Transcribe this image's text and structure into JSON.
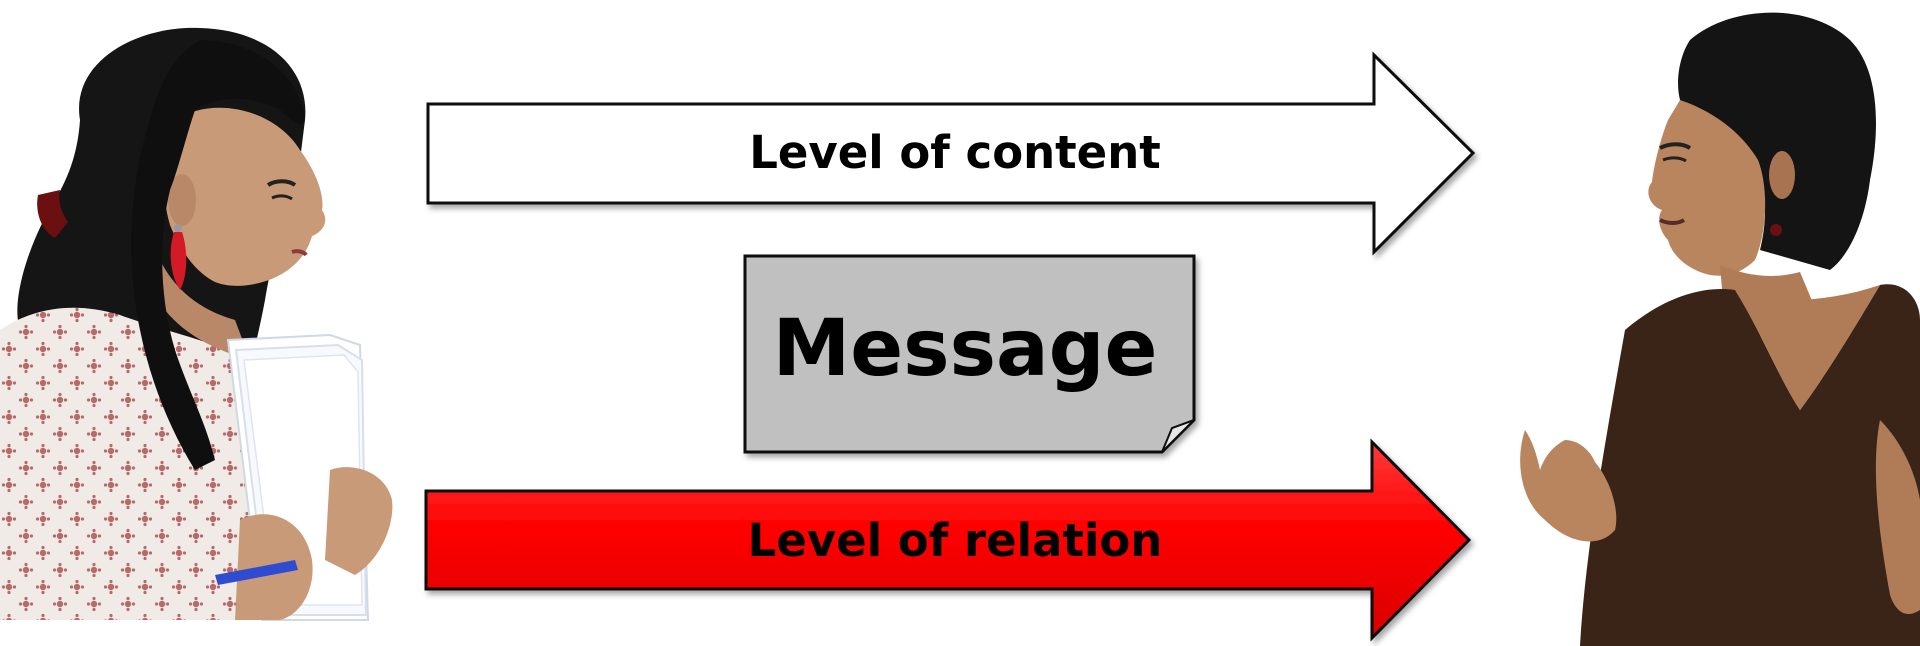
{
  "diagram": {
    "top_arrow": {
      "label": "Level of content",
      "fill": "#ffffff",
      "stroke": "#111111"
    },
    "message": {
      "label": "Message",
      "fill": "#c0c0c0",
      "stroke": "#111111"
    },
    "bottom_arrow": {
      "label": "Level of relation",
      "fill": "#ff0000",
      "stroke": "#111111"
    }
  },
  "people": {
    "left": {
      "description": "woman-sender",
      "hair": "#151515",
      "blouse": "#f1ebe8",
      "pattern": "#b76a6a"
    },
    "right": {
      "description": "woman-receiver",
      "hair": "#141414",
      "shirt": "#3a2418"
    }
  }
}
